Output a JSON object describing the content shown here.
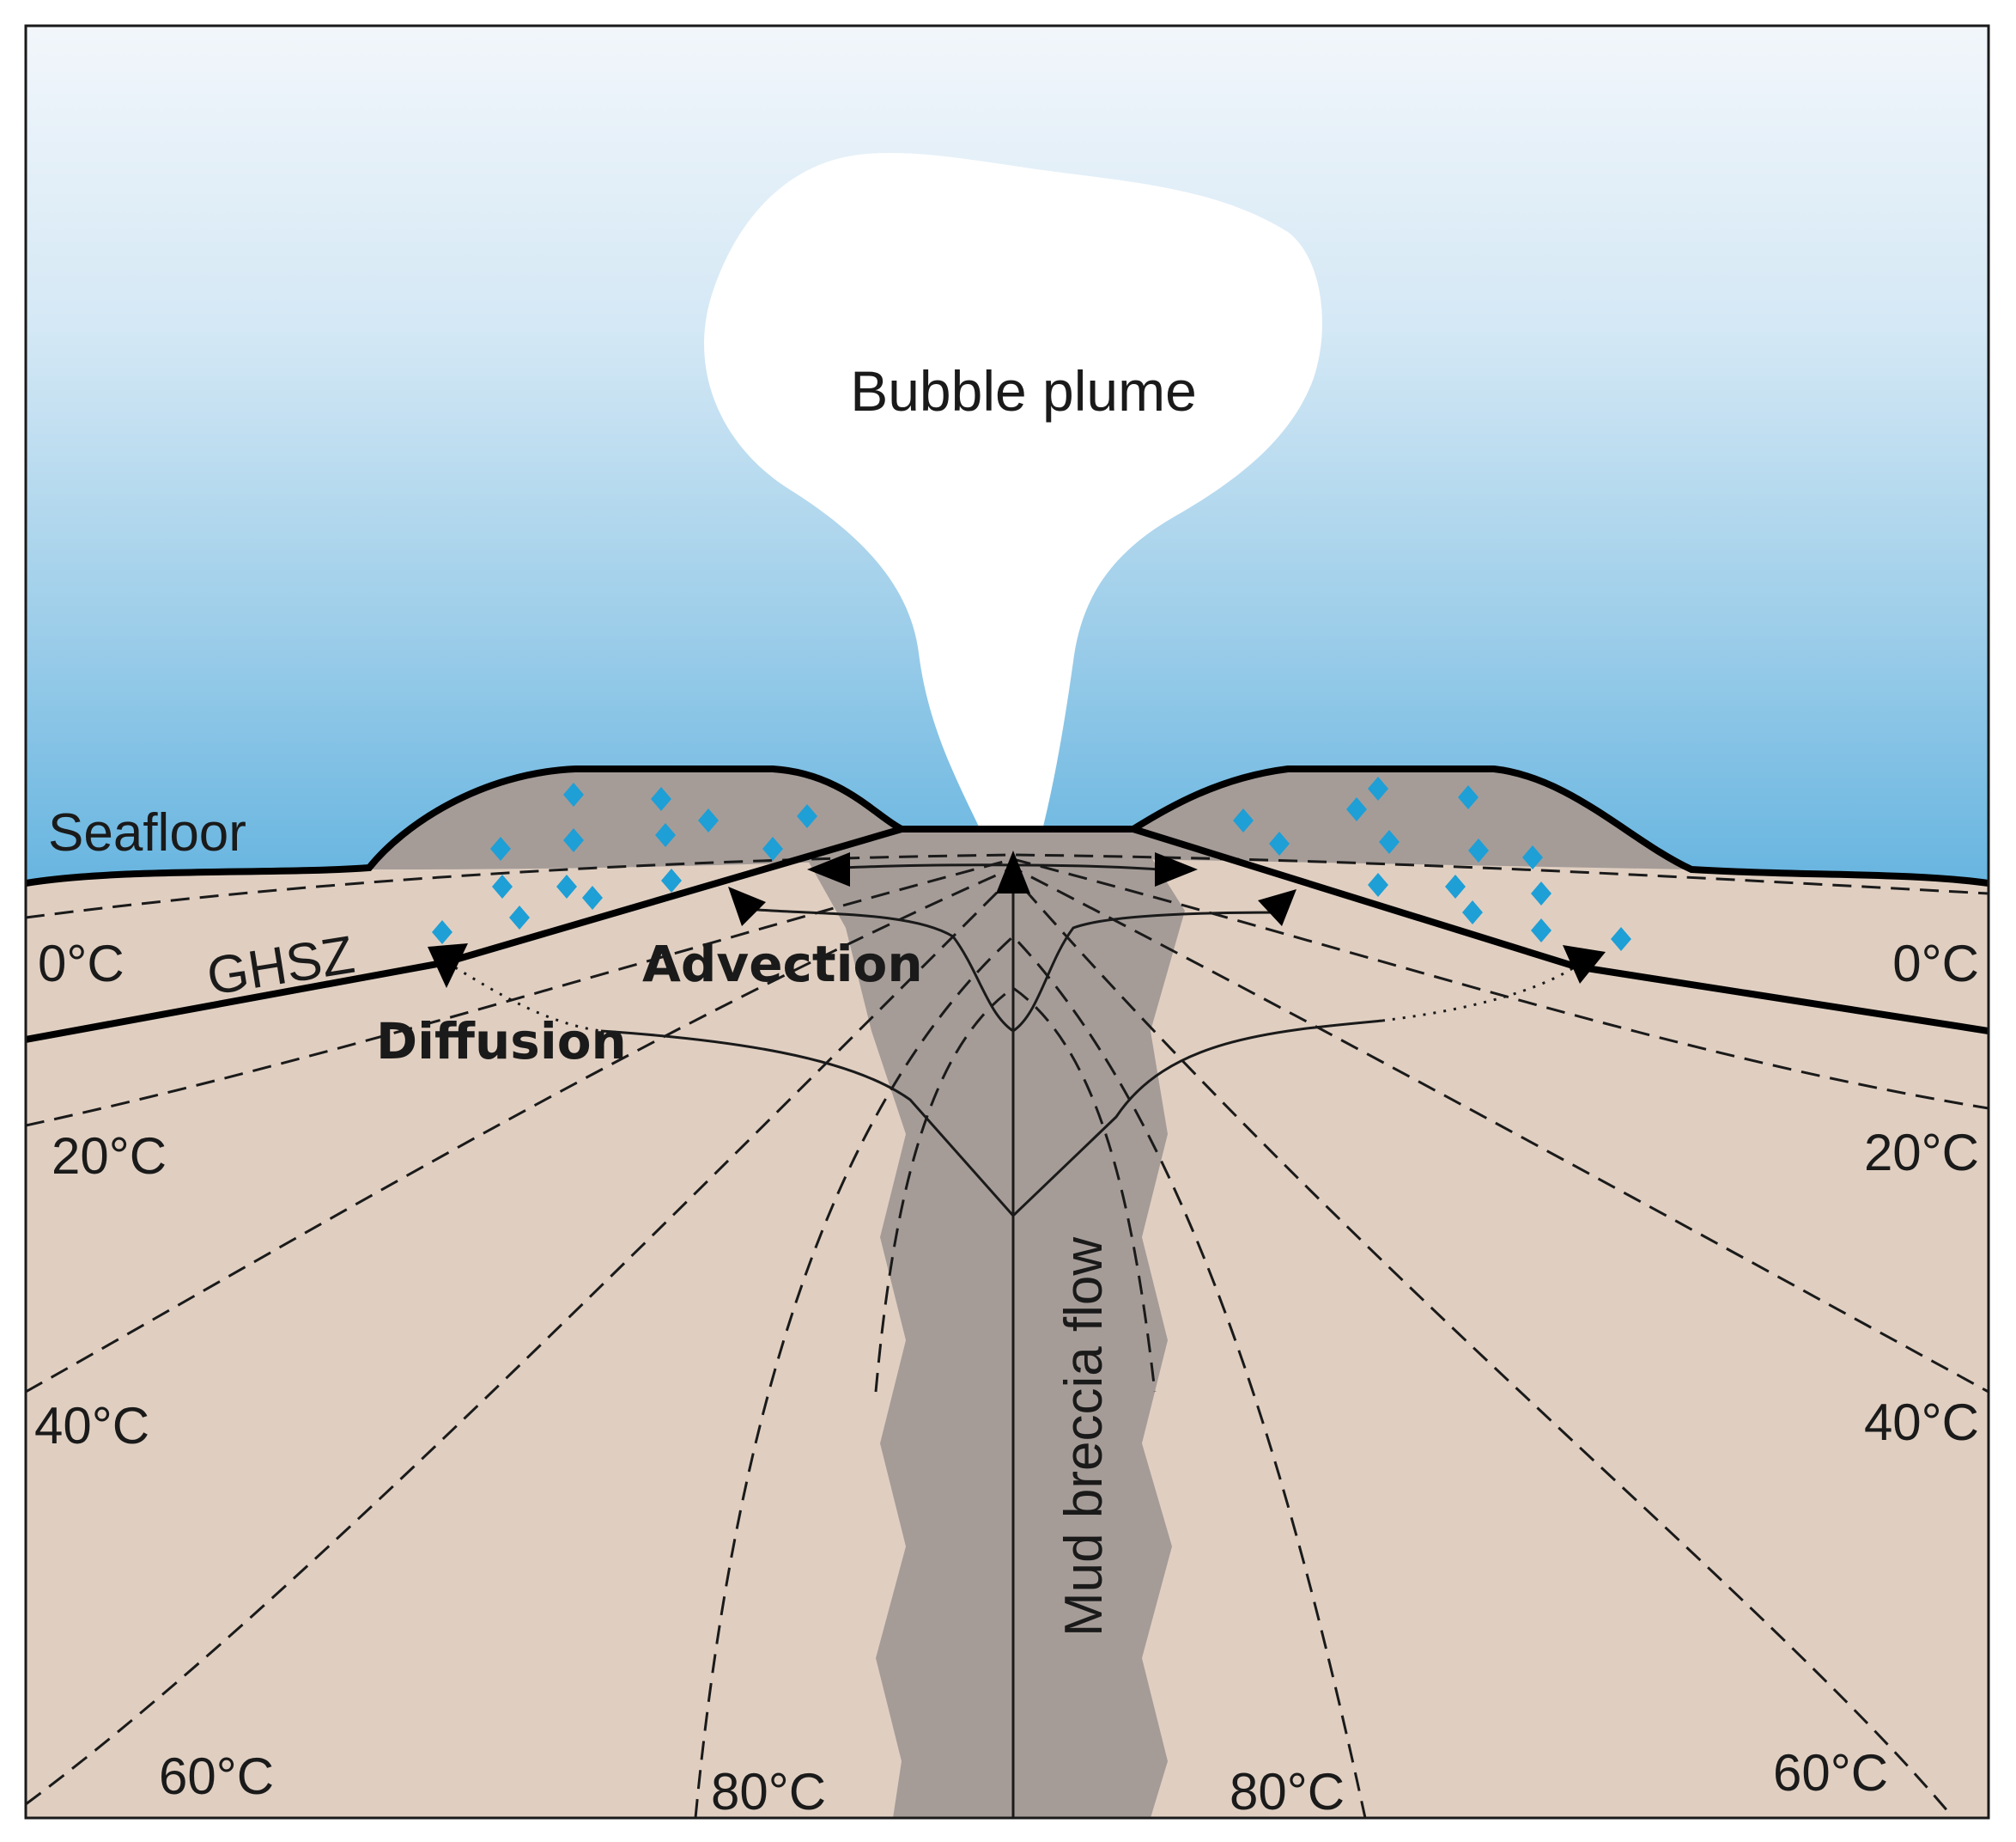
{
  "labels": {
    "bubble_plume": "Bubble plume",
    "seafloor": "Seafloor",
    "ghsz": "GHSZ",
    "advection": "Advection",
    "diffusion": "Diffusion",
    "mud_breccia_flow": "Mud breccia flow",
    "left_0c": "0°C",
    "right_0c": "0°C",
    "left_20c": "20°C",
    "right_20c": "20°C",
    "left_40c": "40°C",
    "right_40c": "40°C",
    "left_60c": "60°C",
    "right_60c": "60°C",
    "left_80c": "80°C",
    "right_80c": "80°C"
  },
  "colors": {
    "sea_top": "#f2f6fb",
    "sea_bottom": "#65b4e0",
    "sediment": "#e0cfc1",
    "mud_conduit": "#a59c98",
    "mound": "#a59c98",
    "bubble": "#ffffff",
    "hydrate_marker": "#1e9fd6",
    "line": "#000000"
  }
}
